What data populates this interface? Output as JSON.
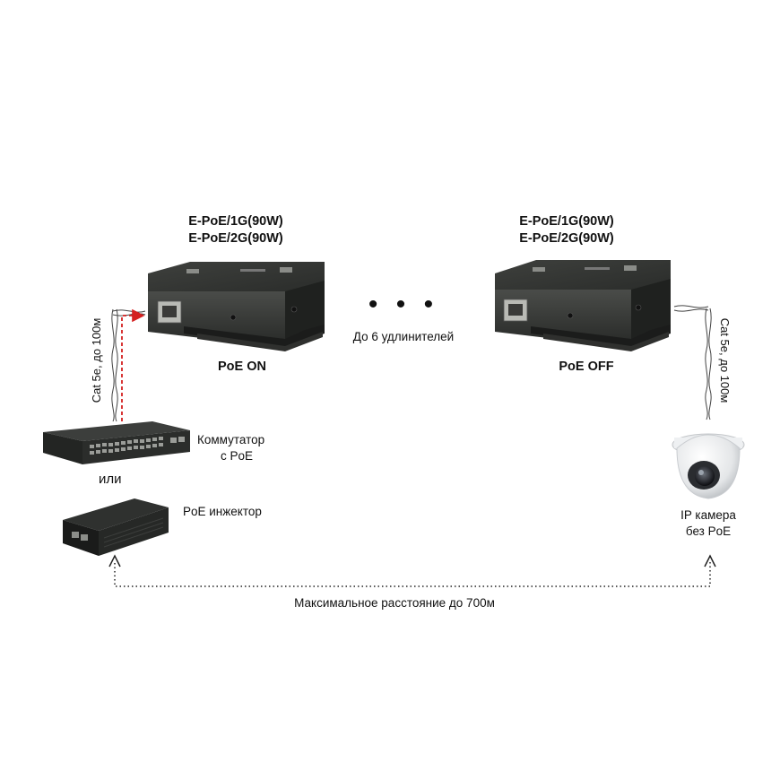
{
  "extender_left": {
    "model_line1": "E-PoE/1G(90W)",
    "model_line2": "E-PoE/2G(90W)",
    "mode": "PoE ON"
  },
  "extender_right": {
    "model_line1": "E-PoE/1G(90W)",
    "model_line2": "E-PoE/2G(90W)",
    "mode": "PoE OFF"
  },
  "chain": {
    "dots": "• • •",
    "label": "До 6 удлинителей"
  },
  "cable_left": "Cat 5e, до 100м",
  "cable_right": "Cat 5e, до 100м",
  "switch": {
    "label_line1": "Коммутатор",
    "label_line2": "с PoE"
  },
  "or_label": "или",
  "injector": {
    "label": "PoE инжектор"
  },
  "camera": {
    "label_line1": "IP камера",
    "label_line2": "без PoE"
  },
  "distance": {
    "label": "Максимальное расстояние до 700м"
  },
  "colors": {
    "device_body": "#2e302e",
    "power_line": "#d42020",
    "background": "#ffffff"
  }
}
